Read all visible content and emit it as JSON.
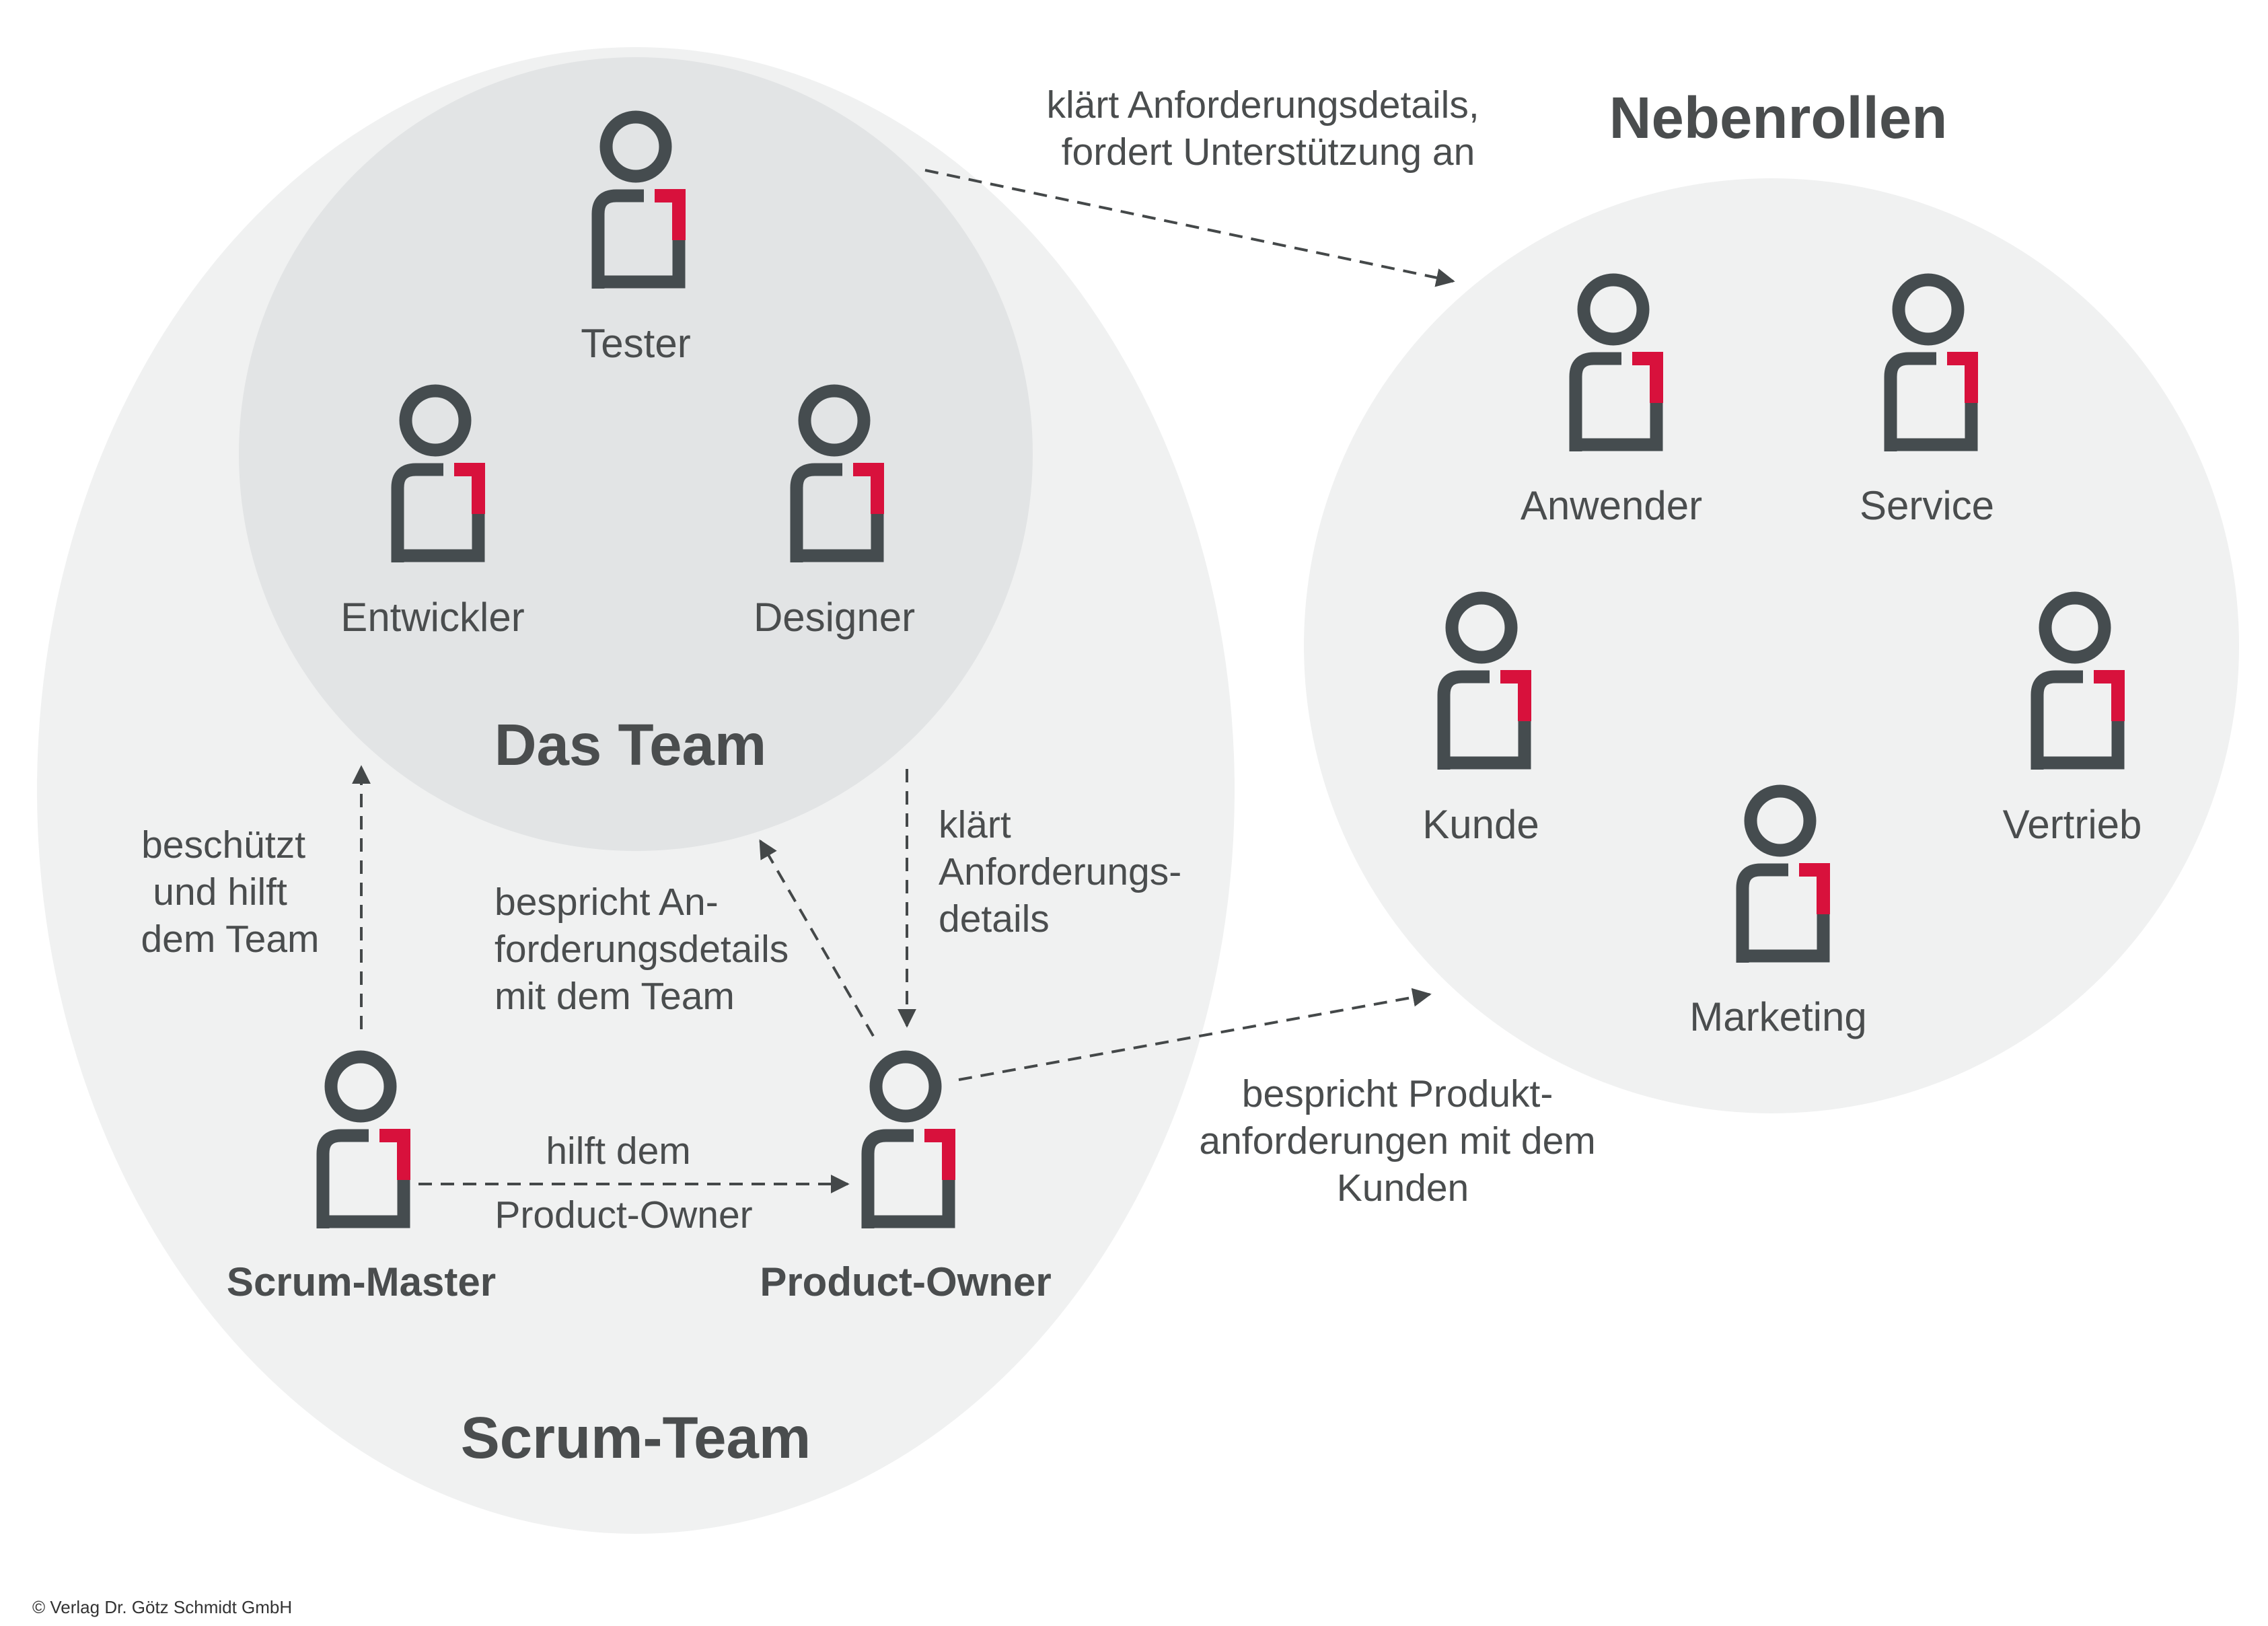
{
  "colors": {
    "outer_circle": "#f0f1f1",
    "inner_circle": "#e2e4e5",
    "icon_dark": "#454c4f",
    "icon_accent": "#d8113c",
    "text": "#4a4d4e"
  },
  "das_team": {
    "title": "Das Team",
    "roles": {
      "tester": "Tester",
      "entwickler": "Entwickler",
      "designer": "Designer"
    }
  },
  "scrum_team": {
    "title": "Scrum-Team",
    "roles": {
      "scrum_master": "Scrum-Master",
      "product_owner": "Product-Owner"
    }
  },
  "nebenrollen": {
    "title": "Nebenrollen",
    "roles": {
      "anwender": "Anwender",
      "service": "Service",
      "kunde": "Kunde",
      "vertrieb": "Vertrieb",
      "marketing": "Marketing"
    }
  },
  "relations": {
    "team_to_nebenrollen": [
      "klärt Anforderungsdetails,",
      "fordert Unterstützung an"
    ],
    "scrum_master_to_team": [
      "beschützt",
      "und hilft",
      "dem Team"
    ],
    "product_owner_to_team": [
      "bespricht An-",
      "forderungsdetails",
      "mit dem Team"
    ],
    "team_to_product_owner": [
      "klärt",
      "Anforderungs-",
      "details"
    ],
    "scrum_master_to_product_owner": [
      "hilft dem",
      "Product-Owner"
    ],
    "product_owner_to_nebenrollen": [
      "bespricht Produkt-",
      "anforderungen mit dem",
      "Kunden"
    ]
  },
  "footer": {
    "copyright": "© Verlag Dr. Götz Schmidt GmbH"
  }
}
